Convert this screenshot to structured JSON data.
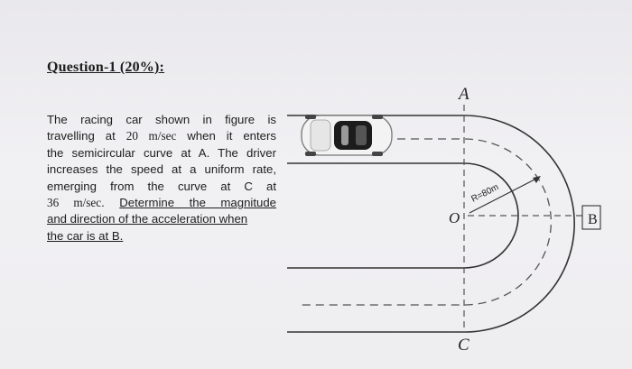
{
  "question": {
    "title": "Question-1 (20%):"
  },
  "problem": {
    "line1": "The racing car shown in figure is",
    "line2_pre": "travelling at ",
    "speed_initial": "20 m/sec",
    "line2_post": " when it enters",
    "line3": "the semicircular curve at A. The driver",
    "line4": "increases the speed at a uniform rate,",
    "line5": "emerging from the curve at C at",
    "speed_final": "36 m/sec",
    "line6_post_plain": ". ",
    "line6_underlined": "Determine the magnitude",
    "line7": "and direction of the acceleration when",
    "line8": "the car is at B."
  },
  "figure": {
    "label_a": "A",
    "label_b": "B",
    "label_c": "C",
    "label_o": "O",
    "radius_label": "R=80m"
  }
}
